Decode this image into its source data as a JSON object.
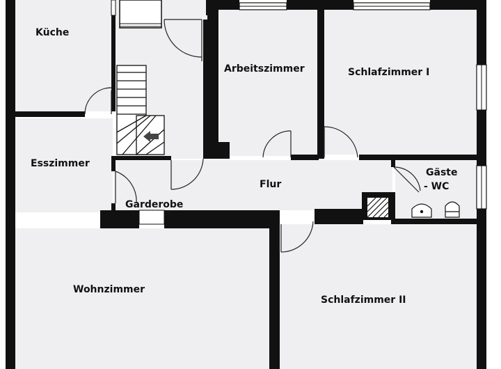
{
  "colors": {
    "wall": "#111111",
    "floor": "#efeff1",
    "door_swing": "#222222",
    "window": "#ffffff",
    "background": "#ffffff"
  },
  "rooms": {
    "kueche": "Küche",
    "arbeitszimmer": "Arbeitszimmer",
    "schlafzimmer_1": "Schlafzimmer I",
    "esszimmer": "Esszimmer",
    "gaeste_wc_line1": "Gäste",
    "gaeste_wc_line2": "- WC",
    "flur": "Flur",
    "garderobe": "Garderobe",
    "wohnzimmer": "Wohnzimmer",
    "schlafzimmer_2": "Schlafzimmer II"
  },
  "icons": {
    "stair_arrow": "stair-direction-arrow",
    "sink": "sink-icon",
    "toilet": "toilet-icon",
    "shaft": "shaft-hatch-icon"
  }
}
